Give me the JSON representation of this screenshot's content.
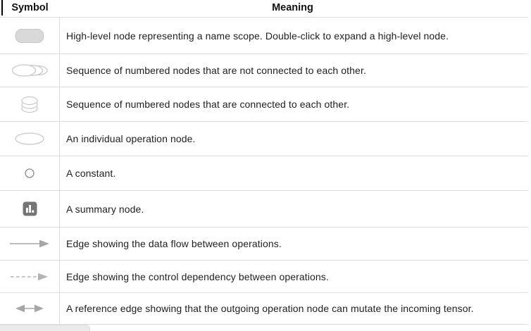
{
  "table": {
    "headers": {
      "symbol": "Symbol",
      "meaning": "Meaning"
    },
    "rows": [
      {
        "symbol": "namespace-node",
        "meaning": "High-level node representing a name scope. Double-click to expand a high-level node."
      },
      {
        "symbol": "unconnected-series-nodes",
        "meaning": "Sequence of numbered nodes that are not connected to each other."
      },
      {
        "symbol": "connected-series-nodes",
        "meaning": "Sequence of numbered nodes that are connected to each other."
      },
      {
        "symbol": "operation-node",
        "meaning": "An individual operation node."
      },
      {
        "symbol": "constant-node",
        "meaning": "A constant."
      },
      {
        "symbol": "summary-node",
        "meaning": "A summary node."
      },
      {
        "symbol": "dataflow-edge",
        "meaning": "Edge showing the data flow between operations."
      },
      {
        "symbol": "control-dependency-edge",
        "meaning": "Edge showing the control dependency between operations."
      },
      {
        "symbol": "reference-edge",
        "meaning": "A reference edge showing that the outgoing operation node can mutate the incoming tensor."
      }
    ]
  },
  "colors": {
    "namespace_fill": "#d9d9d9",
    "namespace_stroke": "#c7c7c7",
    "node_outline": "#c9c9c9",
    "constant_outline": "#8a8a8a",
    "summary_fill": "#757575",
    "arrow": "#a6a6a6",
    "dashed_arrow": "#b3b3b3",
    "row_border": "#dedede",
    "text": "#212121",
    "header_text": "#111111"
  },
  "scrollbar": {
    "horizontal_thumb_visible": true
  }
}
